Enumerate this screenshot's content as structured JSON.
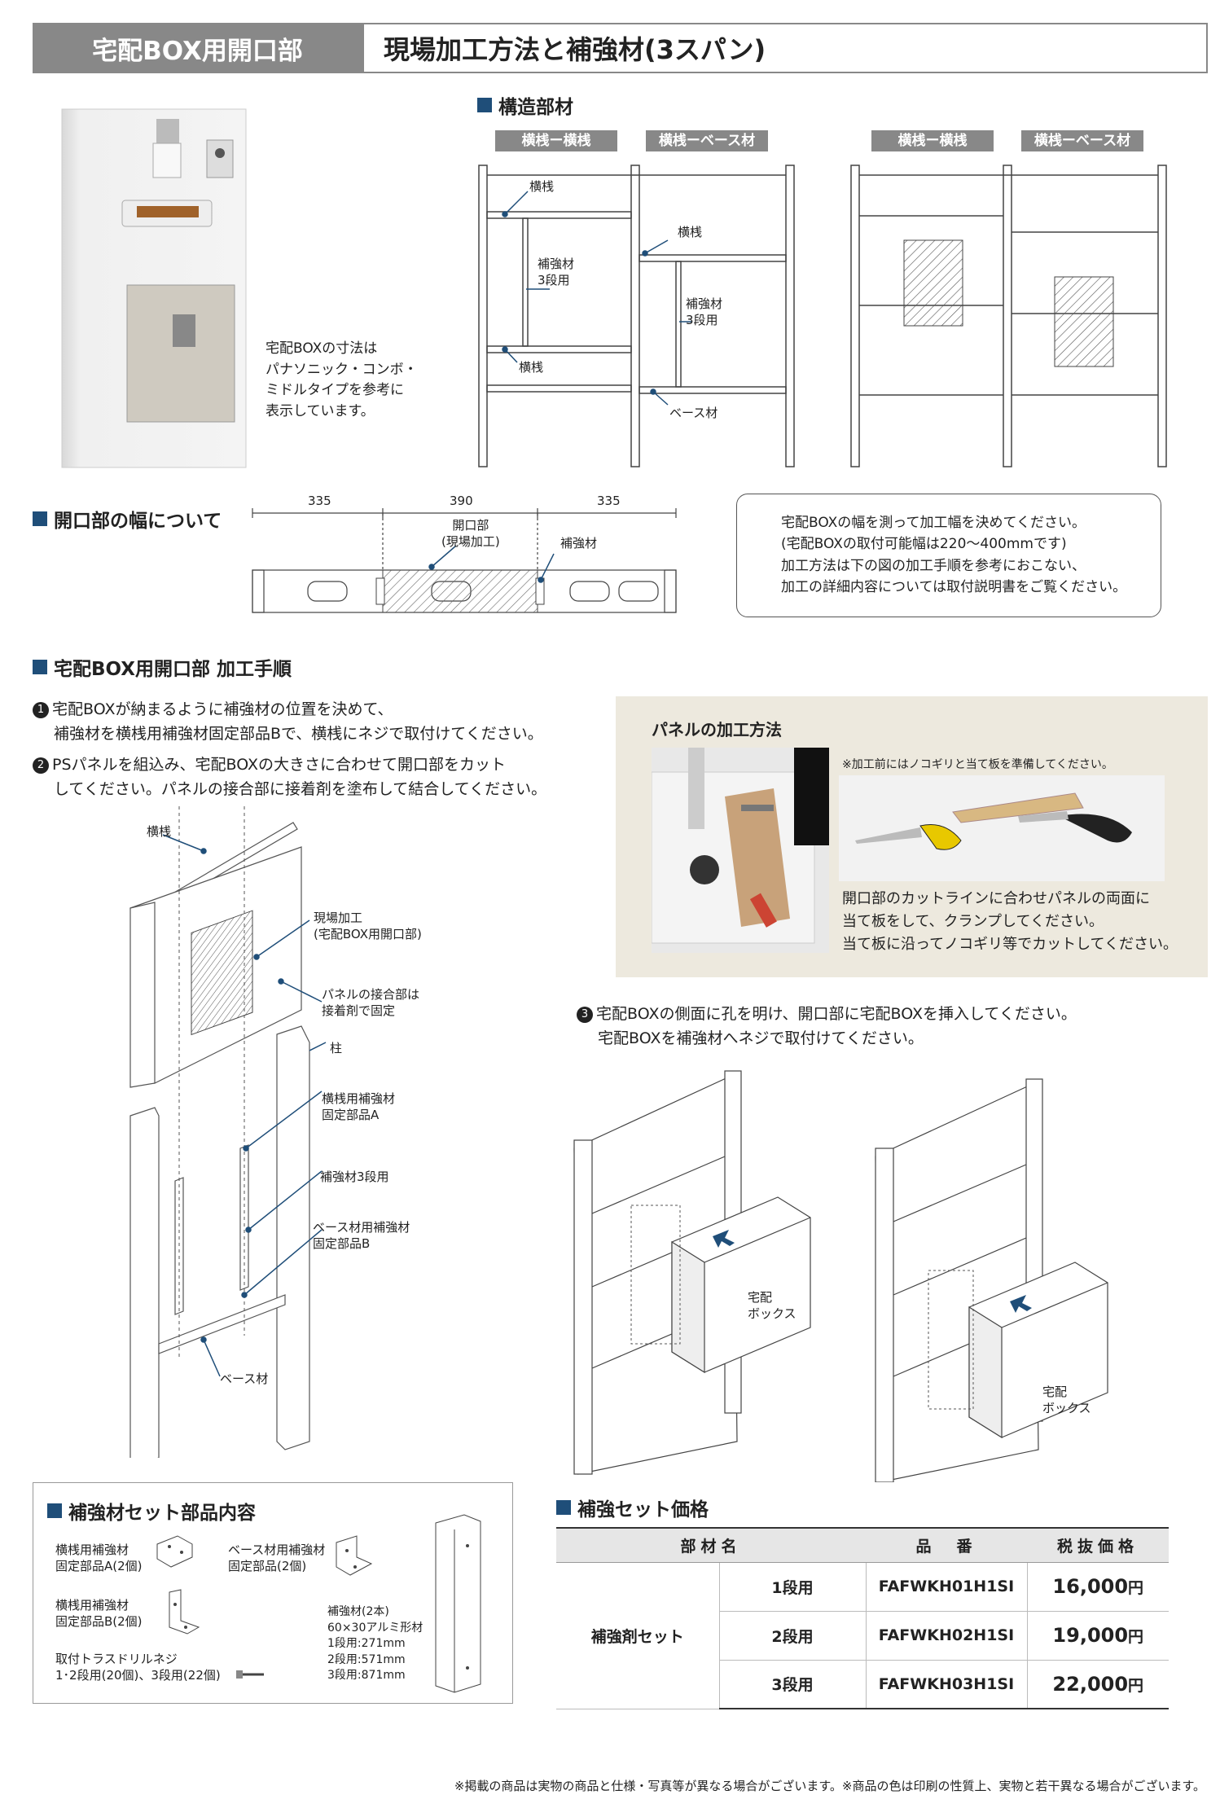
{
  "header": {
    "left_title": "宅配BOX用開口部",
    "right_title": "現場加工方法と補強材(3スパン)"
  },
  "photo_note": [
    "宅配BOXの寸法は",
    "パナソニック・コンボ・",
    "ミドルタイプを参考に",
    "表示しています。"
  ],
  "structure": {
    "title": "構造部材",
    "tabs": [
      "横桟ー横桟",
      "横桟ーベース材",
      "横桟ー横桟",
      "横桟ーベース材"
    ],
    "labels": {
      "yokosan": "横桟",
      "hokyo": "補強材",
      "dan3": "3段用",
      "base": "ベース材"
    }
  },
  "width": {
    "title": "開口部の幅について",
    "dims": [
      "335",
      "390",
      "335"
    ],
    "opening_label": [
      "開口部",
      "(現場加工)"
    ],
    "hokyo_label": "補強材",
    "note": [
      "宅配BOXの幅を測って加工幅を決めてください。",
      "(宅配BOXの取付可能幅は220～400mmです)",
      "加工方法は下の図の加工手順を参考におこない、",
      "加工の詳細内容については取付説明書をご覧ください。"
    ]
  },
  "procedure": {
    "title": "宅配BOX用開口部 加工手順",
    "step1": [
      "宅配BOXが納まるように補強材の位置を決めて、",
      "補強材を横桟用補強材固定部品Bで、横桟にネジで取付けてください。"
    ],
    "step2": [
      "PSパネルを組込み、宅配BOXの大きさに合わせて開口部をカット",
      "してください。パネルの接合部に接着剤を塗布して結合してください。"
    ],
    "step3": [
      "宅配BOXの側面に孔を明け、開口部に宅配BOXを挿入してください。",
      "宅配BOXを補強材へネジで取付けてください。"
    ],
    "nums": [
      "1",
      "2",
      "3"
    ],
    "diagram_labels": {
      "yokosan": "横桟",
      "genba": [
        "現場加工",
        "(宅配BOX用開口部)"
      ],
      "setsugou": [
        "パネルの接合部は",
        "接着剤で固定"
      ],
      "hashira": "柱",
      "fixA": [
        "横桟用補強材",
        "固定部品A"
      ],
      "hokyo3": "補強材3段用",
      "fixB": [
        "ベース材用補強材",
        "固定部品B"
      ],
      "base": "ベース材"
    },
    "box_label": [
      "宅配",
      "ボックス"
    ]
  },
  "panel": {
    "title": "パネルの加工方法",
    "tool_note": "※加工前にはノコギリと当て板を準備してください。",
    "text": [
      "開口部のカットラインに合わせパネルの両面に",
      "当て板をして、クランプしてください。",
      "当て板に沿ってノコギリ等でカットしてください。"
    ]
  },
  "parts": {
    "title": "補強材セット部品内容",
    "a": [
      "横桟用補強材",
      "固定部品A(2個)"
    ],
    "base_fix": [
      "ベース材用補強材",
      "固定部品(2個)"
    ],
    "b": [
      "横桟用補強材",
      "固定部品B(2個)"
    ],
    "screw": [
      "取付トラスドリルネジ",
      "1･2段用(20個)、3段用(22個)"
    ],
    "hokyo": [
      "補強材(2本)",
      "60×30アルミ形材",
      "1段用:271mm",
      "2段用:571mm",
      "3段用:871mm"
    ]
  },
  "price": {
    "title": "補強セット価格",
    "headers": [
      "部材名",
      "品　番",
      "税抜価格"
    ],
    "set_name": "補強剤セット",
    "rows": [
      {
        "dan": "1段用",
        "code": "FAFWKH01H1SI",
        "price": "16,000",
        "unit": "円"
      },
      {
        "dan": "2段用",
        "code": "FAFWKH02H1SI",
        "price": "19,000",
        "unit": "円"
      },
      {
        "dan": "3段用",
        "code": "FAFWKH03H1SI",
        "price": "22,000",
        "unit": "円"
      }
    ]
  },
  "footer": "※掲載の商品は実物の商品と仕様・写真等が異なる場合がございます。※商品の色は印刷の性質上、実物と若干異なる場合がございます。",
  "colors": {
    "accent": "#1f4e79",
    "header_gray": "#888888",
    "panel_bg": "#ede9de"
  }
}
